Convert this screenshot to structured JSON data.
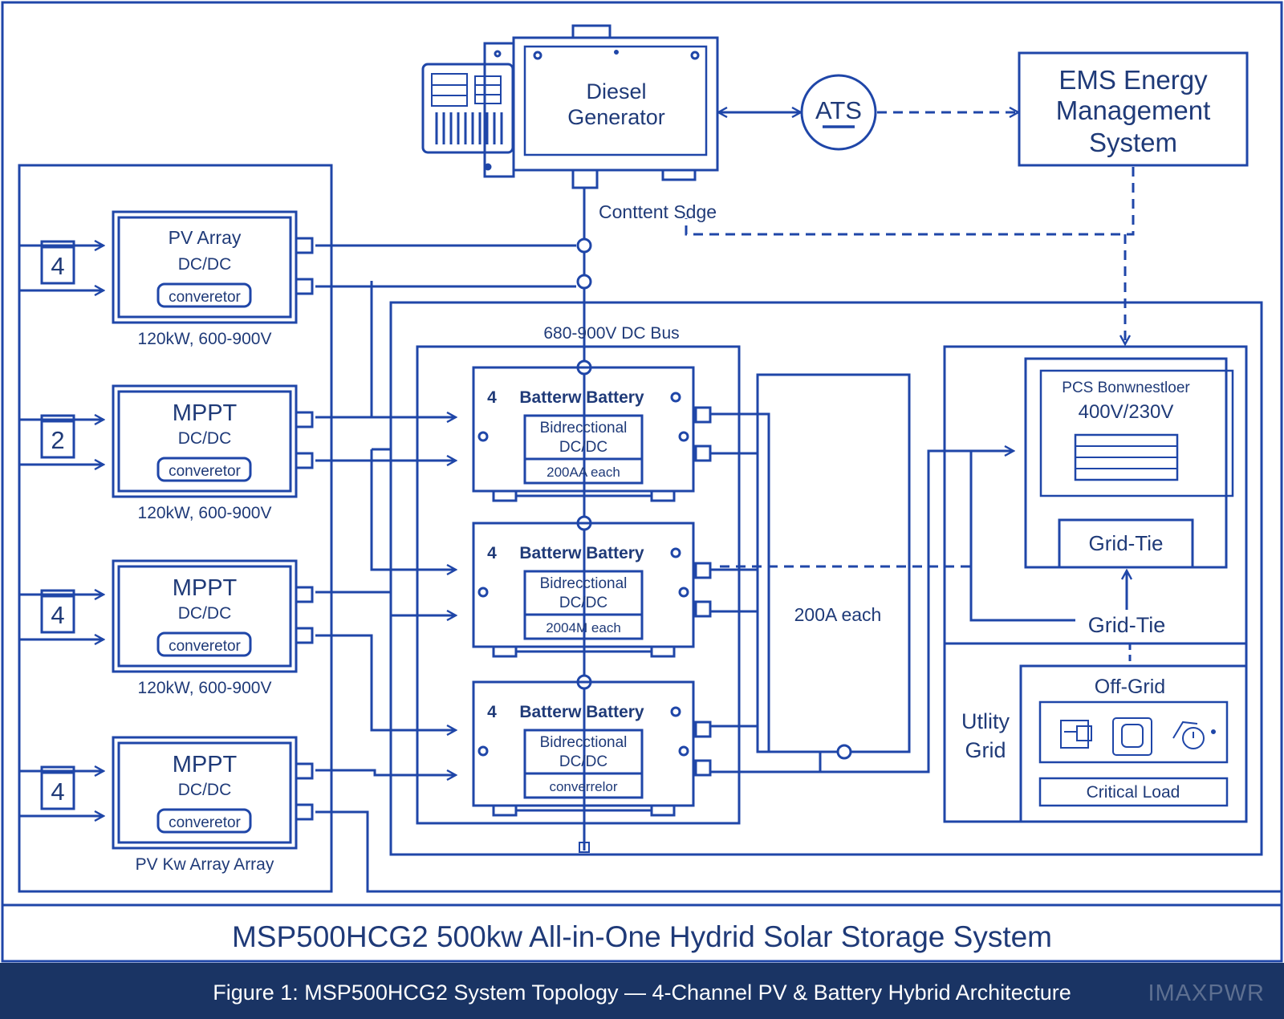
{
  "generator": {
    "line1": "Diesel",
    "line2": "Generator"
  },
  "ats": {
    "label": "ATS"
  },
  "ems": {
    "line1": "EMS Energy",
    "line2": "Management",
    "line3": "System"
  },
  "content_edge": "Conttent Sdge",
  "dc_bus": "680-900V DC Bus",
  "pv_modules": [
    {
      "badge": "4",
      "title": "PV Array",
      "sub": "DC/DC",
      "btn": "converetor",
      "rating": "120kW, 600-900V"
    },
    {
      "badge": "2",
      "title": "MPPT",
      "sub": "DC/DC",
      "btn": "converetor",
      "rating": "120kW, 600-900V"
    },
    {
      "badge": "4",
      "title": "MPPT",
      "sub": "DC/DC",
      "btn": "converetor",
      "rating": "120kW, 600-900V"
    },
    {
      "badge": "4",
      "title": "MPPT",
      "sub": "DC/DC",
      "btn": "converetor",
      "rating": "PV Kw Array Array"
    }
  ],
  "batteries": [
    {
      "num": "4",
      "title": "Batterw Battery",
      "l1": "Bidrecctional",
      "l2": "DC/DC",
      "l3": "200AA each"
    },
    {
      "num": "4",
      "title": "Batterw Battery",
      "l1": "Bidrecctional",
      "l2": "DC/DC",
      "l3": "2004M each"
    },
    {
      "num": "4",
      "title": "Batterw Battery",
      "l1": "Bidrecctional",
      "l2": "DC/DC",
      "l3": "converrelor"
    }
  ],
  "bus_each": "200A each",
  "pcs": {
    "title": "PCS Bonwnestloer",
    "voltage": "400V/230V",
    "gridtie_inner": "Grid-Tie"
  },
  "gridtie_outer": "Grid-Tie",
  "utility": {
    "line1": "Utlity",
    "line2": "Grid"
  },
  "offgrid": {
    "title": "Off-Grid",
    "critical": "Critical Load"
  },
  "title": "MSP500HCG2 500kw All-in-One Hydrid Solar Storage System",
  "caption": "Figure 1: MSP500HCG2 System Topology — 4-Channel PV & Battery Hybrid Architecture",
  "watermark": "IMAXPWR",
  "colors": {
    "line": "#1f46a8",
    "text": "#1f3a78",
    "caption_bg": "#1a3464"
  }
}
